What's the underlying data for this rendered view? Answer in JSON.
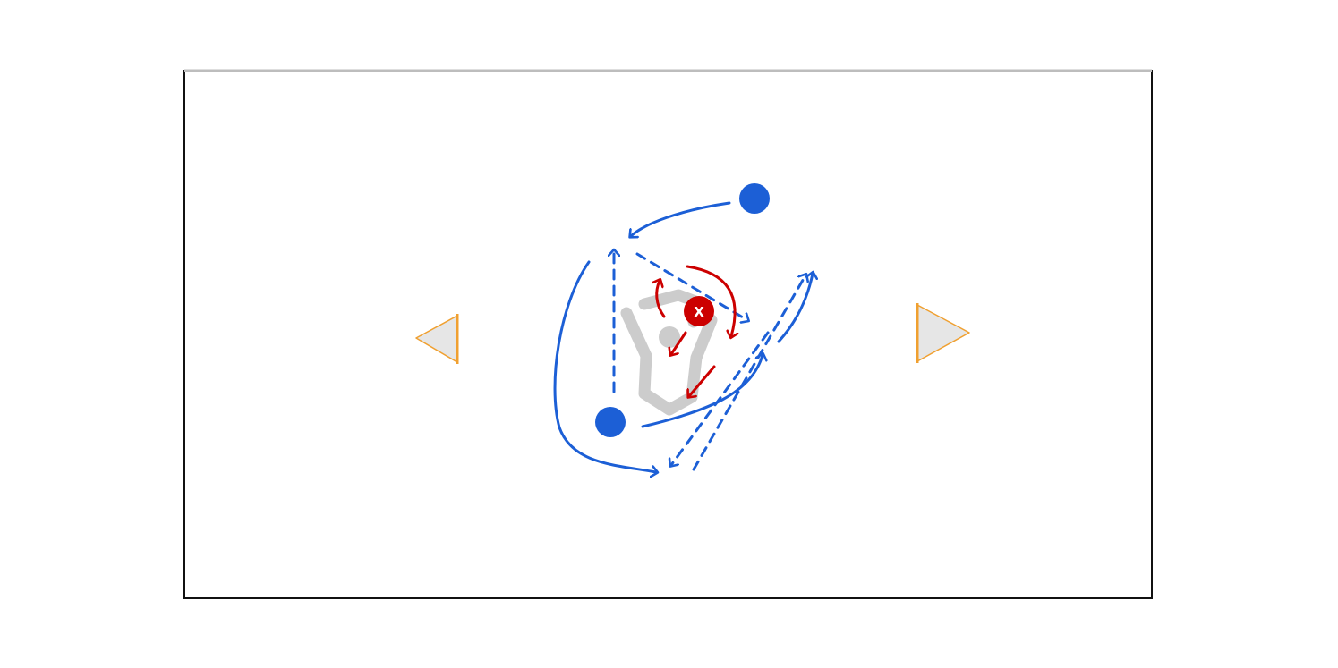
{
  "diagram": {
    "colors": {
      "field_border": "#111111",
      "field_top_border": "#bdbdbd",
      "player_blue": "#1c5fd6",
      "cone_fill": "#e6e6e6",
      "cone_edge": "#f0a030",
      "goalie_red": "#cc0000",
      "goal_crease": "#cccccc"
    },
    "icons": {
      "goal": "lacrosse-head-shape",
      "cones": "triangle-cone"
    },
    "defender": {
      "label": "X"
    }
  }
}
